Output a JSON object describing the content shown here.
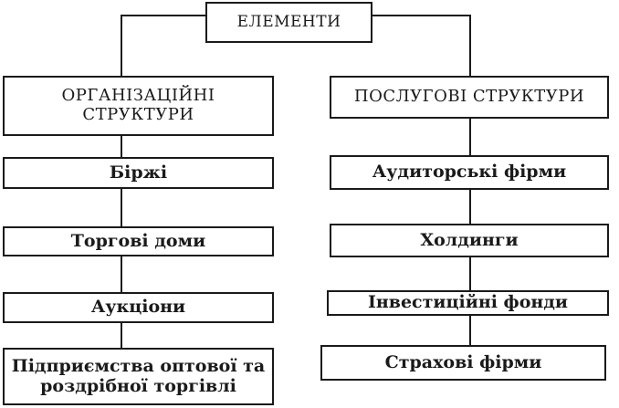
{
  "diagram": {
    "root": {
      "label": "ЕЛЕМЕНТИ"
    },
    "left": {
      "header": "ОРГАНІЗАЦІЙНІ\nСТРУКТУРИ",
      "items": [
        "Біржі",
        "Торгові доми",
        "Аукціони",
        "Підприємства оптової та\nроздрібної торгівлі"
      ]
    },
    "right": {
      "header": "ПОСЛУГОВІ СТРУКТУРИ",
      "items": [
        "Аудиторські фірми",
        "Холдинги",
        "Інвестиційні фонди",
        "Страхові фірми"
      ]
    },
    "colors": {
      "line": "#1a1a1a",
      "background": "#ffffff"
    }
  }
}
